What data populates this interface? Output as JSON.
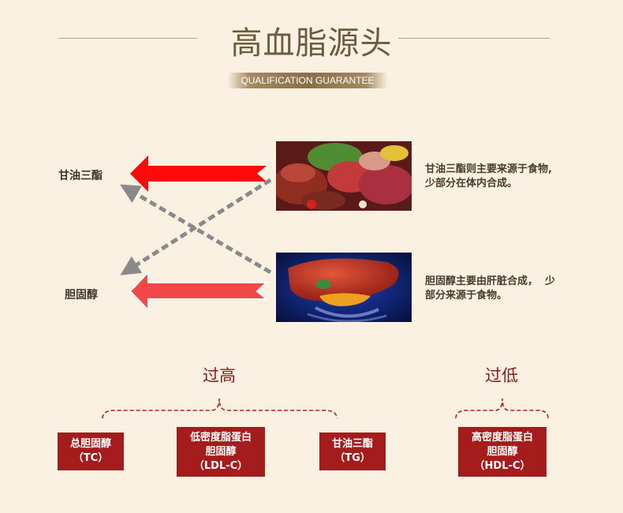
{
  "header": {
    "title": "高血脂源头",
    "badge": "QUALIFICATION GUARANTEE"
  },
  "sources": {
    "triglyceride_label": "甘油三酯",
    "cholesterol_label": "胆固醇",
    "food_desc_line1": "甘油三酯则主要来源于食物,",
    "food_desc_line2": "少部分在体内合成。",
    "liver_desc_line1": "胆固醇主要由肝脏合成，  少",
    "liver_desc_line2": "部分来源于食物。"
  },
  "groups": {
    "high_label": "过高",
    "low_label": "过低",
    "tc": {
      "line1": "总胆固醇",
      "line2": "（TC）"
    },
    "ldl": {
      "line1": "低密度脂蛋白",
      "line2": "胆固醇",
      "line3": "（LDL-C）"
    },
    "tg": {
      "line1": "甘油三酯",
      "line2": "（TG）"
    },
    "hdl": {
      "line1": "高密度脂蛋白",
      "line2": "胆固醇",
      "line3": "（HDL-C）"
    }
  },
  "colors": {
    "arrow_red": "#ff0a0a",
    "arrow_light_red": "#f24848",
    "dashed_arrow": "#8a8a8a",
    "box_red": "#a51c1c",
    "brace_red": "#b02222"
  },
  "icons": [
    "food-photo",
    "liver-illustration",
    "red-arrow",
    "dashed-arrow"
  ]
}
